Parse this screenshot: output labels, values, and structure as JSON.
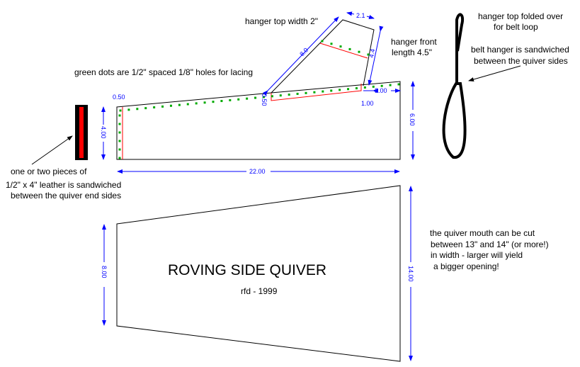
{
  "title": "ROVING SIDE QUIVER",
  "author": "rfd - 1999",
  "notes": {
    "hanger_top_width": "hanger top width 2\"",
    "green_dots": "green dots are 1/2\" spaced 1/8\" holes for lacing",
    "hanger_front": [
      "hanger front",
      "length 4.5\""
    ],
    "hanger_folded": [
      "hanger top folded over",
      "for belt loop"
    ],
    "belt_hanger": [
      "belt hanger is sandwiched",
      "between the quiver sides"
    ],
    "leather": [
      "one or two pieces of",
      "1/2\" x 4\" leather is sandwiched",
      "between the quiver end sides"
    ],
    "mouth": [
      "the quiver mouth can be cut",
      "between 13\" and 14\" (or more!)",
      " in width - larger will yield",
      " a bigger opening!"
    ]
  },
  "dimensions": {
    "left_offset": "0.50",
    "notch_offset": "0.50",
    "hanger_offset": "3.00",
    "hanger_depth": "1.00",
    "left_height": "4.00",
    "right_height": "6.00",
    "length": "22.00",
    "hanger_length": "8.0",
    "hanger_top": "2.1",
    "hanger_front": "4.4",
    "bottom_left_height": "8.00",
    "bottom_right_height": "14.00"
  },
  "colors": {
    "lines": "#000000",
    "dimensions": "#0000ff",
    "cut": "#ff0000",
    "holes": "#00aa00"
  }
}
